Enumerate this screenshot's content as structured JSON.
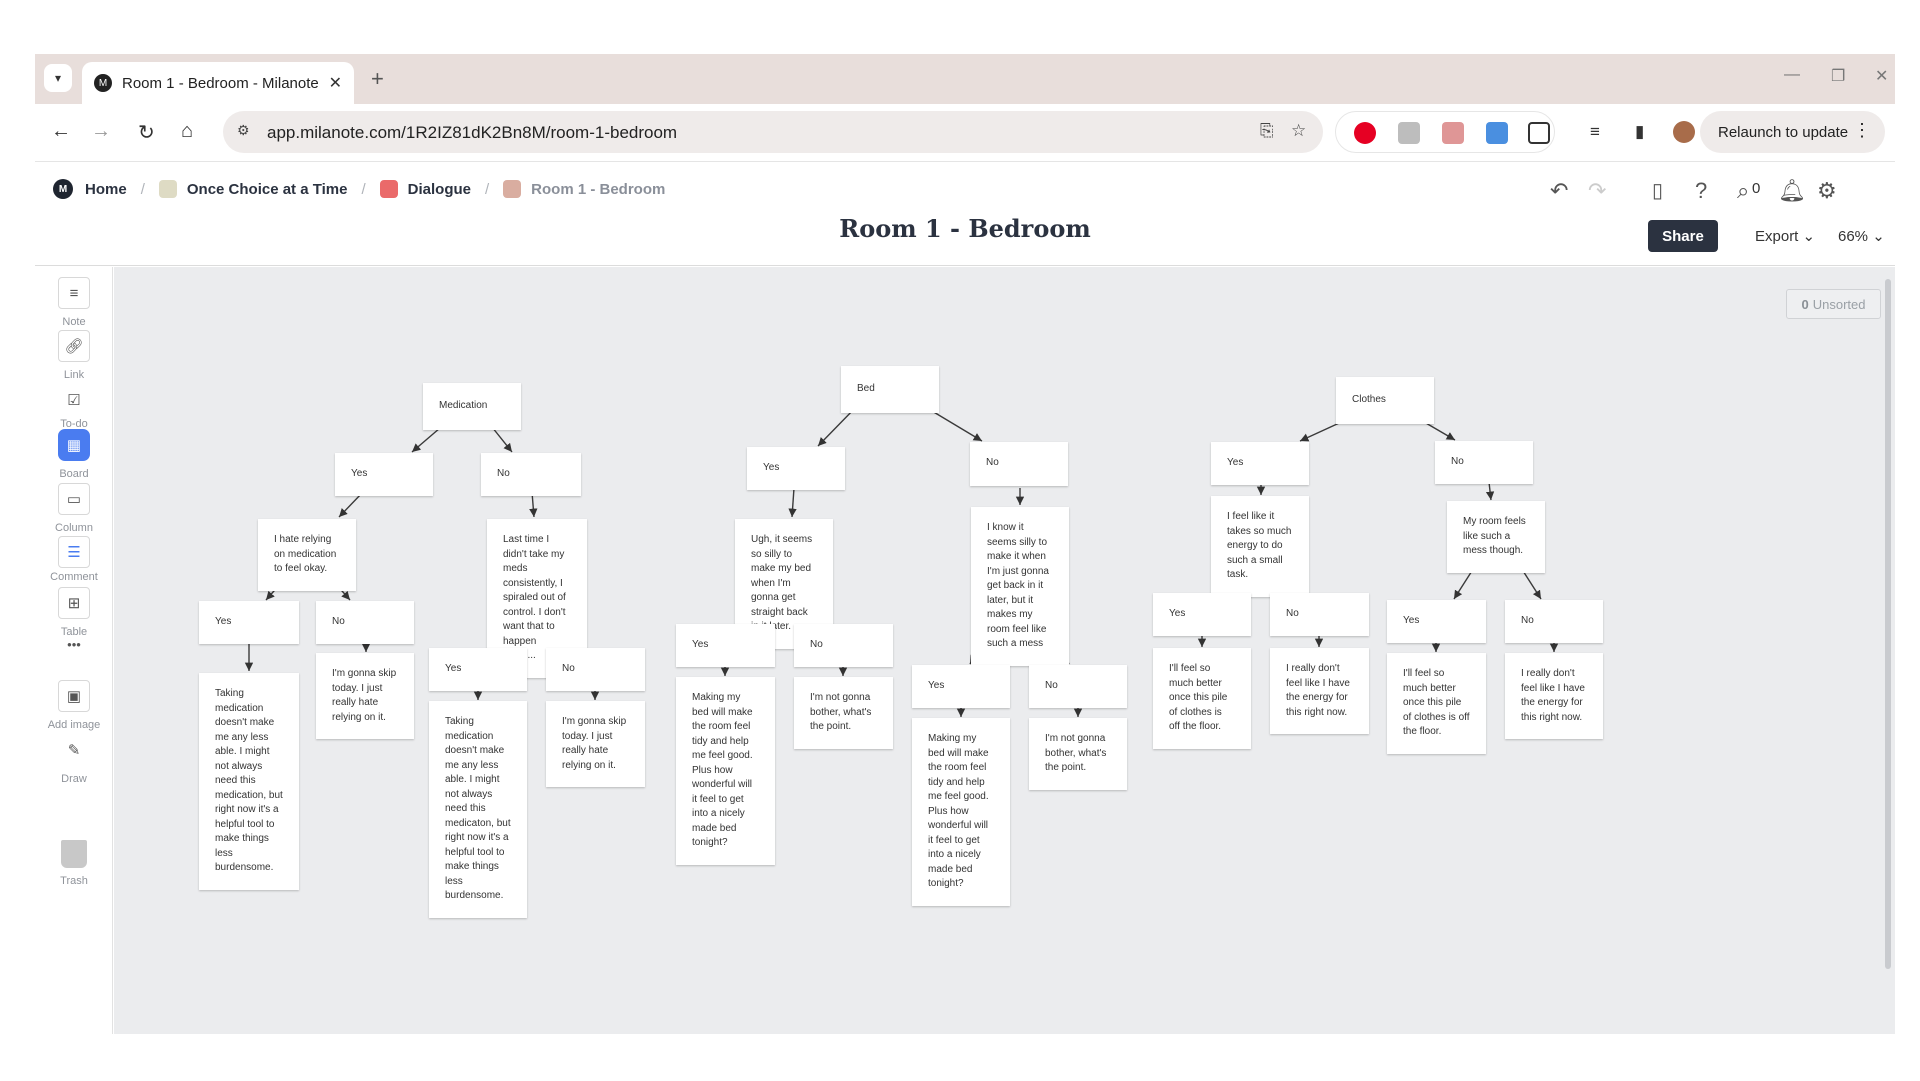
{
  "browser": {
    "tab_title": "Room 1 - Bedroom - Milanote",
    "url": "app.milanote.com/1R2IZ81dK2Bn8M/room-1-bedroom",
    "relaunch_label": "Relaunch to update"
  },
  "breadcrumbs": [
    {
      "label": "Home",
      "color": "#1f2530"
    },
    {
      "label": "Once Choice at a Time",
      "color": "#dedbc4"
    },
    {
      "label": "Dialogue",
      "color": "#ea6a6a"
    },
    {
      "label": "Room 1 - Bedroom",
      "color": "#d9ada0"
    }
  ],
  "header": {
    "title": "Room 1 - Bedroom",
    "unsorted_count": "0",
    "share_label": "Share",
    "export_label": "Export",
    "zoom_label": "66%"
  },
  "sidebar": {
    "tools": [
      "Note",
      "Link",
      "To-do",
      "Board",
      "Column",
      "Comment",
      "Table",
      "Add image",
      "Draw",
      "Trash"
    ],
    "more_label": "•••"
  },
  "canvas": {
    "unsorted_label": "Unsorted",
    "unsorted_count": "0"
  },
  "cards": [
    {
      "id": "medication",
      "text": "Medication"
    },
    {
      "id": "med-yes",
      "text": "Yes"
    },
    {
      "id": "med-no",
      "text": "No"
    },
    {
      "id": "med-yes-note",
      "text": "I hate relying on medication to feel okay."
    },
    {
      "id": "med-no-note",
      "text": "Last time I didn't take my meds consistently, I spiraled out of control. I don't want that to happen again..."
    },
    {
      "id": "med-yes-yes",
      "text": "Yes"
    },
    {
      "id": "med-yes-no",
      "text": "No"
    },
    {
      "id": "med-no-yes",
      "text": "Yes"
    },
    {
      "id": "med-no-no",
      "text": "No"
    },
    {
      "id": "med-yes-yes-note",
      "text": "Taking medication doesn't make me any less able. I might not always need this medication, but right now it's a helpful tool to make things less burdensome."
    },
    {
      "id": "med-yes-no-note",
      "text": "I'm gonna skip today. I just really hate relying on it."
    },
    {
      "id": "med-no-yes-note",
      "text": "Taking medication doesn't make me any less able. I might not always need this medicaton, but right now it's a helpful tool to make things less burdensome."
    },
    {
      "id": "med-no-no-note",
      "text": "I'm gonna skip today. I just really hate relying on it."
    },
    {
      "id": "bed",
      "text": "Bed"
    },
    {
      "id": "bed-yes",
      "text": "Yes"
    },
    {
      "id": "bed-no",
      "text": "No"
    },
    {
      "id": "bed-yes-note",
      "text": "Ugh, it seems so silly to make my bed when I'm gonna get straight back in it later."
    },
    {
      "id": "bed-no-note",
      "text": "I know it seems silly to make it when I'm just gonna get back in it later, but it makes my room feel like such a mess"
    },
    {
      "id": "bed-yes-yes",
      "text": "Yes"
    },
    {
      "id": "bed-yes-no",
      "text": "No"
    },
    {
      "id": "bed-no-yes",
      "text": "Yes"
    },
    {
      "id": "bed-no-no",
      "text": "No"
    },
    {
      "id": "bed-yes-yes-note",
      "text": "Making my bed will make the room feel tidy and help me feel good. Plus how wonderful will it feel to get into a nicely made bed tonight?"
    },
    {
      "id": "bed-yes-no-note",
      "text": "I'm not gonna bother, what's the point."
    },
    {
      "id": "bed-no-yes-note",
      "text": "Making my bed will make the room feel tidy and help me feel good. Plus how wonderful will it feel to get into a nicely made bed tonight?"
    },
    {
      "id": "bed-no-no-note",
      "text": "I'm not gonna bother, what's the point."
    },
    {
      "id": "clothes",
      "text": "Clothes"
    },
    {
      "id": "clo-yes",
      "text": "Yes"
    },
    {
      "id": "clo-no",
      "text": "No"
    },
    {
      "id": "clo-yes-note",
      "text": "I feel like it takes so much energy to do such a small task."
    },
    {
      "id": "clo-no-note",
      "text": "My room feels like such a mess though."
    },
    {
      "id": "clo-yes-yes",
      "text": "Yes"
    },
    {
      "id": "clo-yes-no",
      "text": "No"
    },
    {
      "id": "clo-no-yes",
      "text": "Yes"
    },
    {
      "id": "clo-no-no",
      "text": "No"
    },
    {
      "id": "clo-yes-yes-note",
      "text": "I'll feel so much better once this pile of clothes is off the floor."
    },
    {
      "id": "clo-yes-no-note",
      "text": "I really don't feel like I have the energy for this right now."
    },
    {
      "id": "clo-no-yes-note",
      "text": "I'll feel so much better once this pile of clothes is off the floor."
    },
    {
      "id": "clo-no-no-note",
      "text": "I really don't feel like I have the energy for this right now."
    }
  ],
  "colors": {
    "canvas_bg": "#ebecee",
    "card_bg": "#ffffff",
    "share_bg": "#2b3240",
    "board_tool": "#4a7cf0",
    "tab_strip": "#e8dedb"
  }
}
